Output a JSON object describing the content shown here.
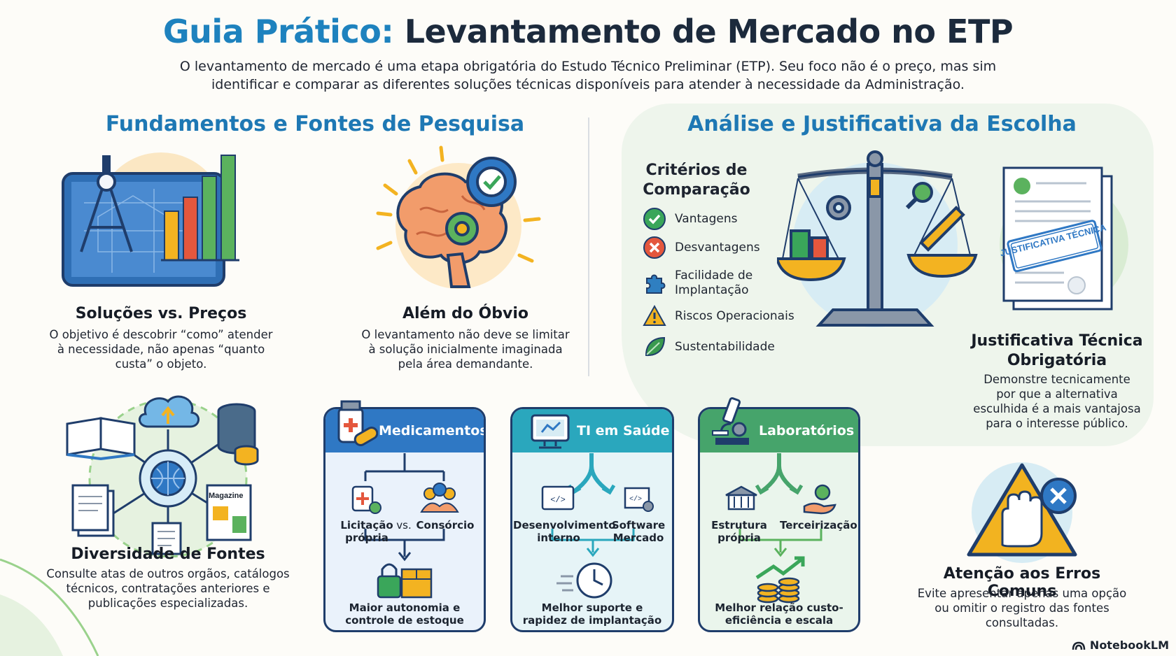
{
  "header": {
    "title_accent": "Guia Prático:",
    "title_rest": "Levantamento de Mercado no ETP",
    "intro": "O levantamento de mercado é uma etapa obrigatória do Estudo Técnico Preliminar (ETP). Seu foco não é o preço, mas sim identificar e comparar as diferentes soluções técnicas disponíveis para atender à necessidade da Administração."
  },
  "sections": {
    "left_title": "Fundamentos e Fontes de Pesquisa",
    "right_title": "Análise e Justificativa da Escolha"
  },
  "features": {
    "solucoes": {
      "title": "Soluções vs. Preços",
      "desc": "O objetivo é descobrir “como” atender à necessidade, não apenas “quanto custa” o objeto."
    },
    "obvio": {
      "title": "Além do Óbvio",
      "desc": "O levantamento não deve se limitar à solução inicialmente imaginada pela área demandante."
    },
    "fontes": {
      "title": "Diversidade de Fontes",
      "desc": "Consulte atas de outros orgãos, catálogos técnicos, contratações anteriores e publicações especializadas.",
      "magazine_label": "Magazine"
    },
    "justificativa": {
      "title": "Justificativa Técnica Obrigatória",
      "desc": "Demonstre tecnicamente por que a alternativa esculhida é a mais vantajosa para o interesse público.",
      "stamp": "JUSTIFICATIVA TÉCNICA"
    },
    "erros": {
      "title": "Atenção aos Erros Comuns",
      "desc": "Evite apresentar apenas uma opção ou omitir o registro das fontes consultadas."
    }
  },
  "criteria": {
    "title": "Critérios de Comparação",
    "items": [
      {
        "label": "Vantagens",
        "icon": "check-circle-icon",
        "color": "#3aa65a"
      },
      {
        "label": "Desvantagens",
        "icon": "x-circle-icon",
        "color": "#e4573d"
      },
      {
        "label": "Facilidade de Implantação",
        "icon": "puzzle-icon",
        "color": "#2f7fc1"
      },
      {
        "label": "Riscos Operacionais",
        "icon": "warning-icon",
        "color": "#f2b320"
      },
      {
        "label": "Sustentabilidade",
        "icon": "leaf-icon",
        "color": "#3a9a4f"
      }
    ]
  },
  "cards": [
    {
      "title": "Medicamentos",
      "color": "#2f78c4",
      "opt_a": "Licitação própria",
      "vs": "vs.",
      "opt_b": "Consórcio",
      "outcome": "Maior autonomia e controle de estoque"
    },
    {
      "title": "TI em Saúde",
      "color": "#2aa7bd",
      "opt_a": "Desenvolvimento interno",
      "vs": "",
      "opt_b": "Software Mercado",
      "outcome": "Melhor suporte e rapidez de implantação"
    },
    {
      "title": "Laboratórios",
      "color": "#46a46b",
      "opt_a": "Estrutura própria",
      "vs": "",
      "opt_b": "Terceirização",
      "outcome": "Melhor relação custo-eficiência e escala"
    }
  ],
  "brand": "NotebookLM"
}
